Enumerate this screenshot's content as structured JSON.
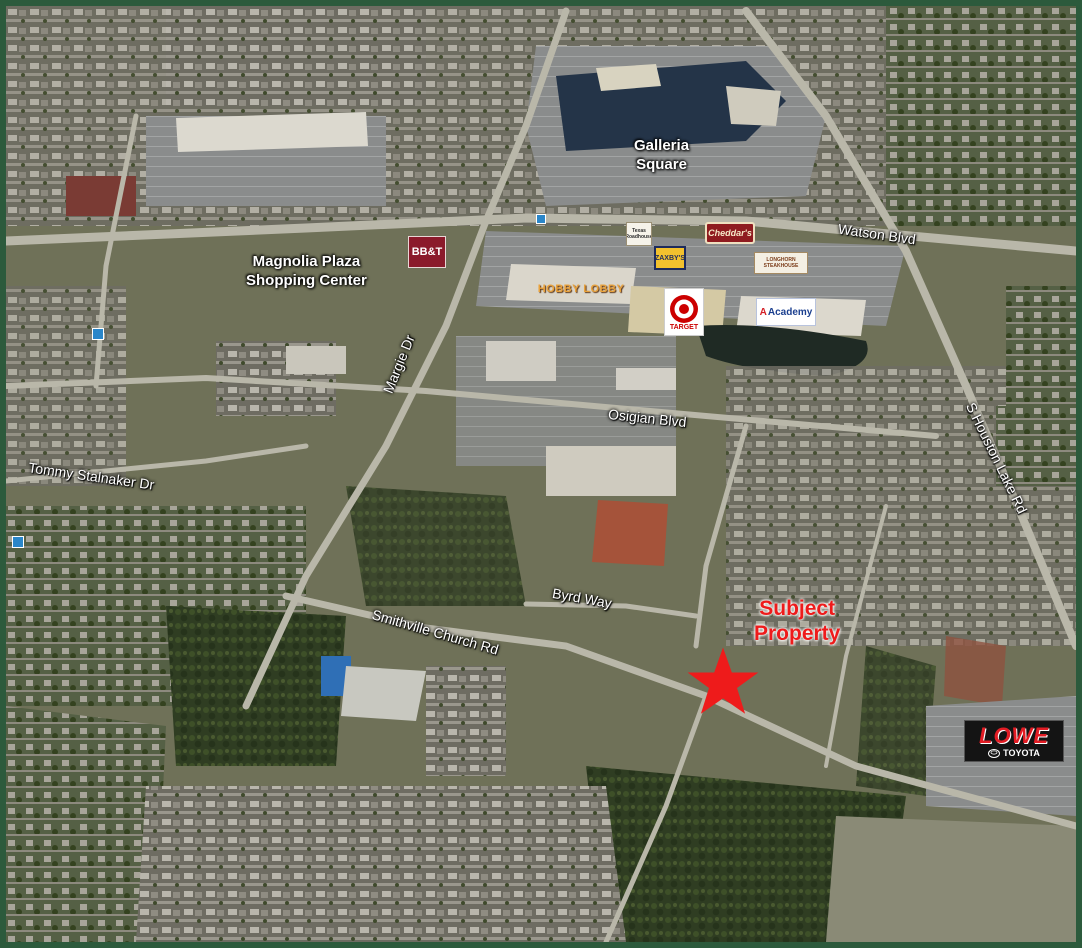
{
  "places": {
    "galleria": "Galleria\nSquare",
    "magnolia": "Magnolia Plaza\nShopping Center"
  },
  "roads": {
    "watson": "Watson Blvd",
    "margie": "Margie Dr",
    "osigian": "Osigian Blvd",
    "houston": "S Houston Lake Rd",
    "tommy": "Tommy Stalnaker Dr",
    "byrd": "Byrd Way",
    "smithville": "Smithville Church Rd"
  },
  "subject": {
    "label": "Subject\nProperty",
    "color": "#ee1b1b"
  },
  "logos": {
    "bbt": "BB&T",
    "cheddars": "Cheddar's",
    "zaxbys": "ZAXBY'S",
    "longhorn": "LONGHORN STEAKHOUSE",
    "hobby": "HOBBY LOBBY",
    "target": "TARGET",
    "academy": "Academy",
    "texas": "Texas Roadhouse",
    "lowe": "LOWE",
    "toyota": "TOYOTA"
  },
  "icons": {
    "star": "star-icon",
    "target": "target-bullseye-icon",
    "toyota": "toyota-emblem-icon"
  }
}
